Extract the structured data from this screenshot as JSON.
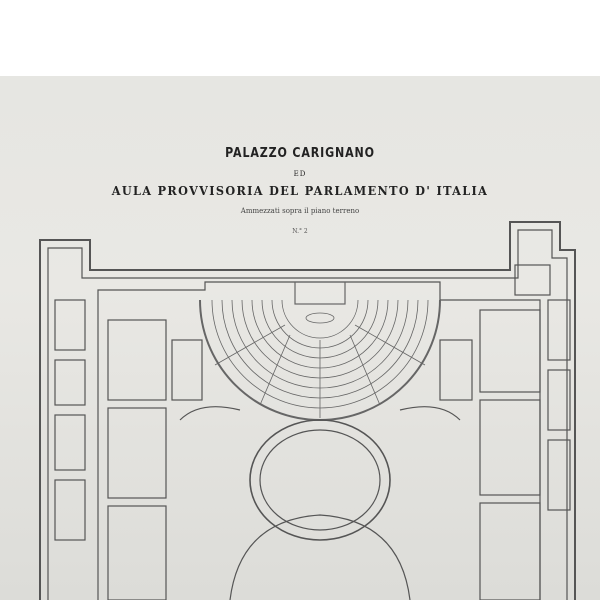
{
  "plan": {
    "title": "PALAZZO CARIGNANO",
    "conjunction": "ED",
    "subtitle": "AULA PROVVISORIA DEL PARLAMENTO D' ITALIA",
    "caption": "Ammezzati sopra il piano terreno",
    "sheet_number": "N.° 2"
  }
}
